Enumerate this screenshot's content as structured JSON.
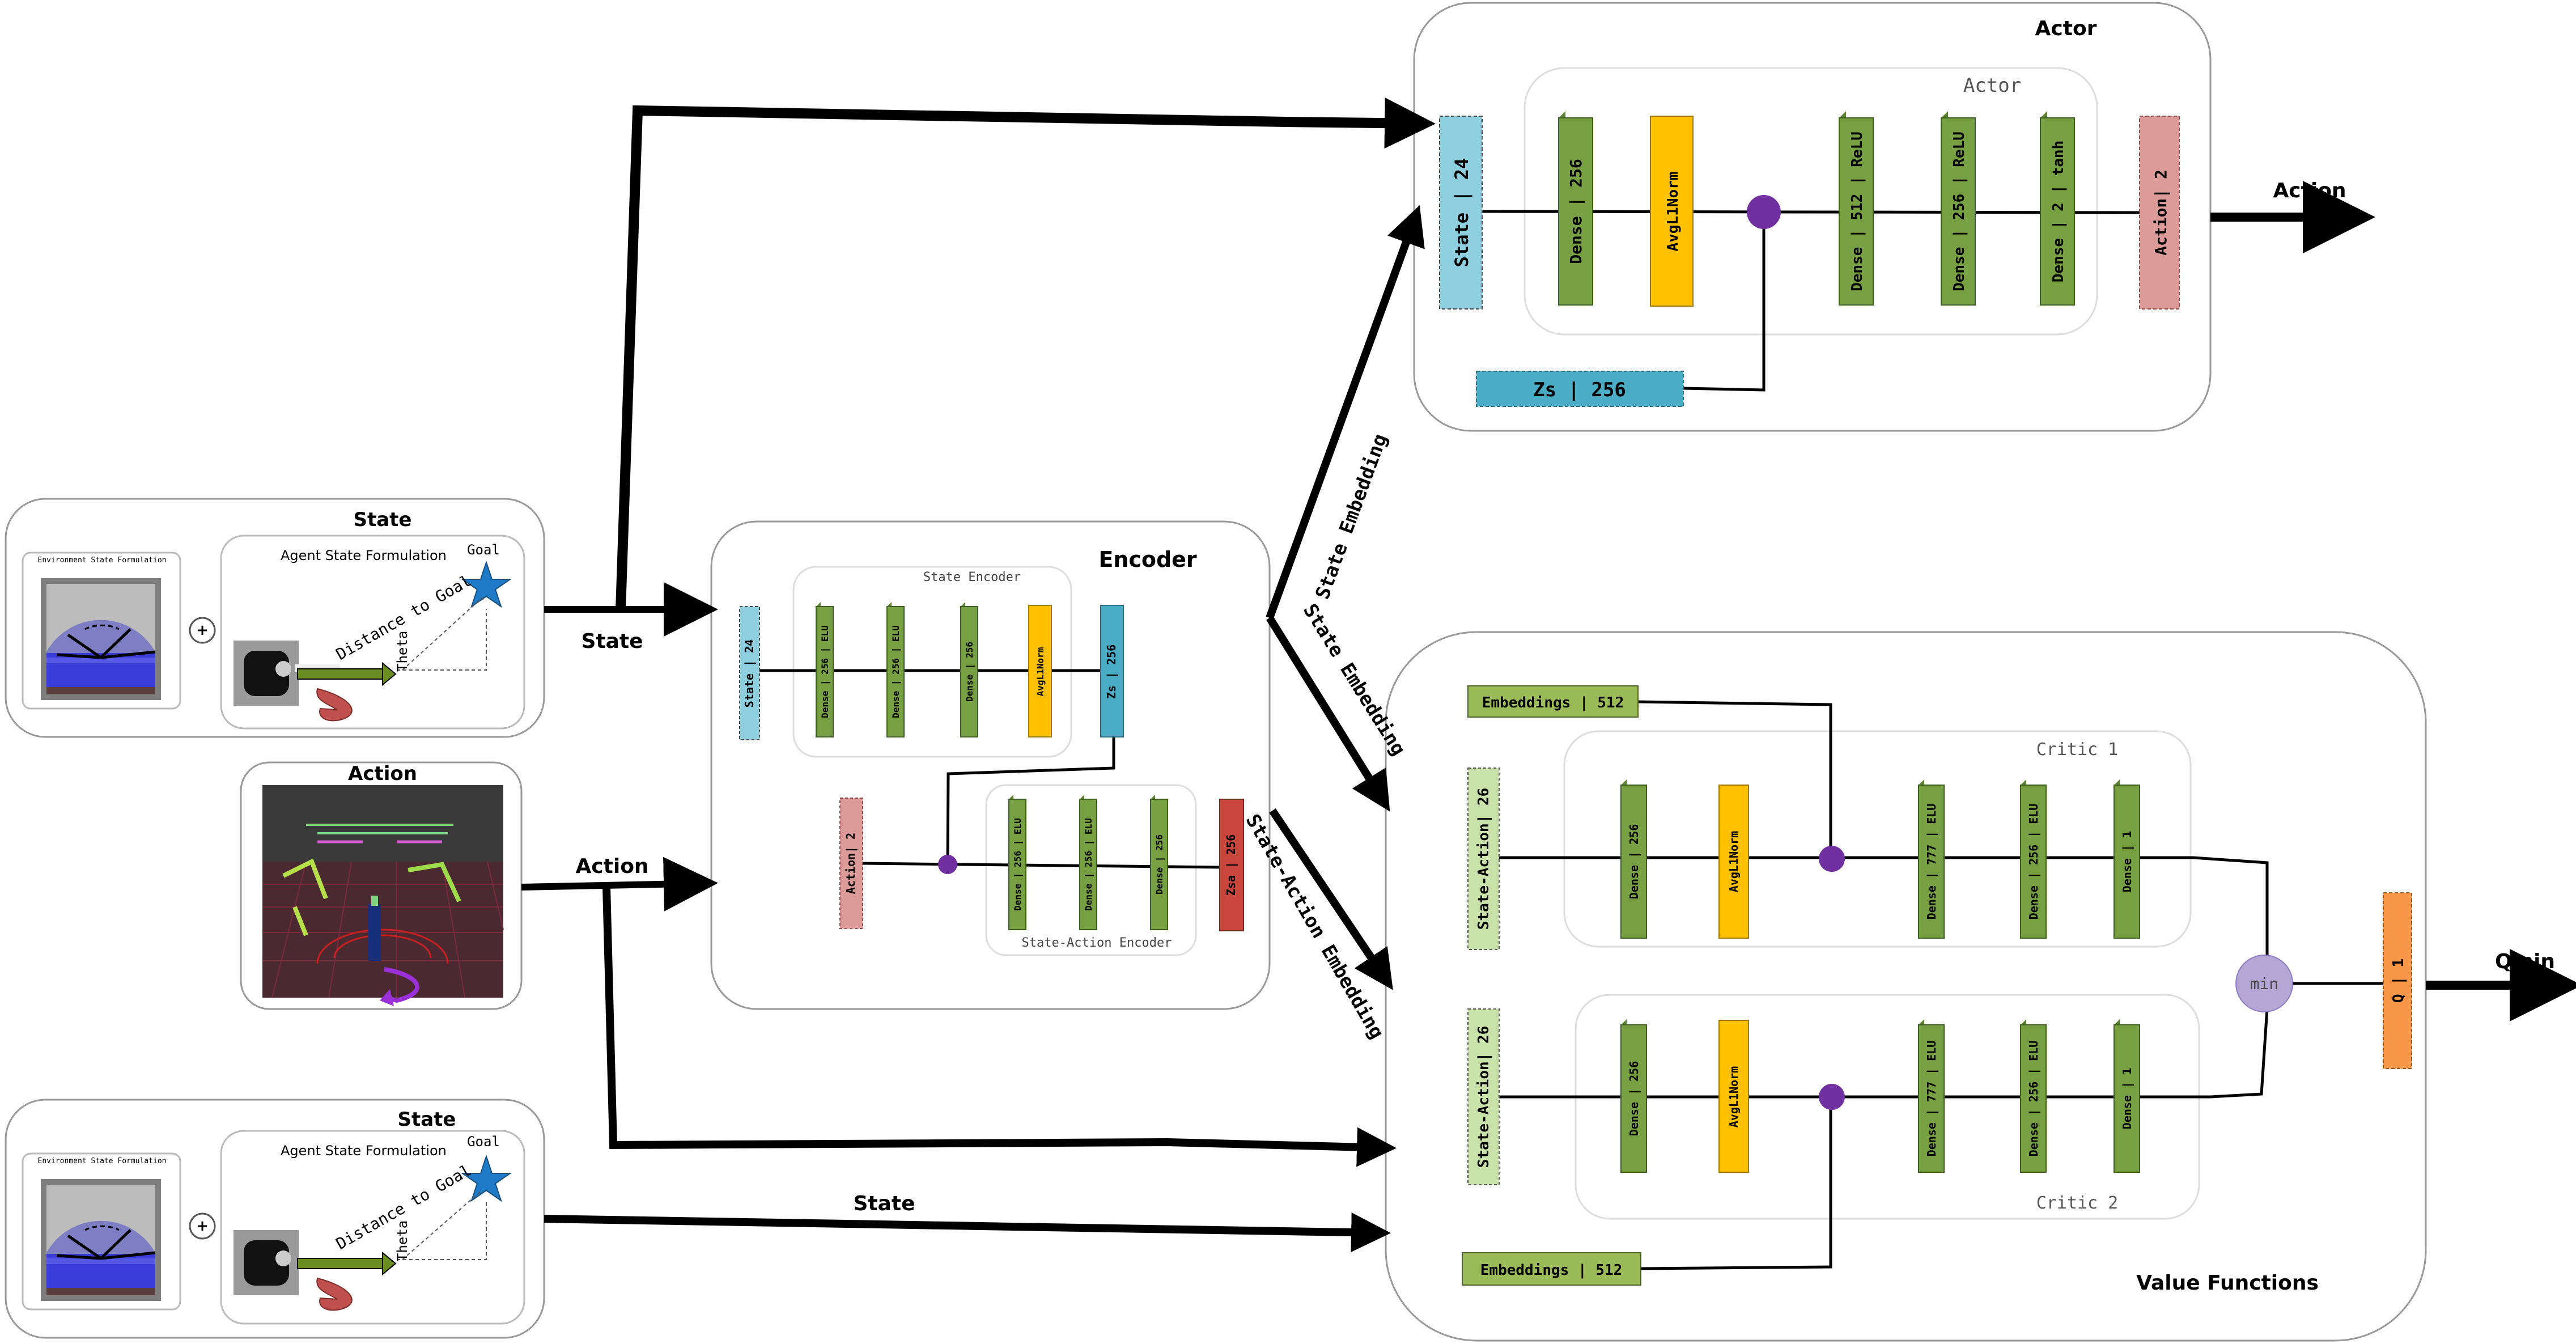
{
  "colors": {
    "state_block": "#8ecfdf",
    "dense_block": "#77a043",
    "dense_side": "#5c8232",
    "norm_block": "#ffc000",
    "action_block": "#dc9b98",
    "zsa_block": "#c9463d",
    "zs_block": "#4bacc6",
    "pale_green": "#c9e2a9",
    "q_block": "#f79646",
    "merge_node": "#7030a0",
    "min_node": "#b4a7d6"
  },
  "left": {
    "state_top_title": "State",
    "env_caption": "Environment State Formulation",
    "agent_caption": "Agent State Formulation",
    "goal_label": "Goal",
    "distance_label": "Distance to Goal",
    "theta_label": "Theta",
    "plus_symbol": "+",
    "action_title": "Action",
    "state_bottom_title": "State"
  },
  "arrows": {
    "state_top": "State",
    "action": "Action",
    "state_bottom": "State",
    "state_embedding_1": "State Embedding",
    "state_embedding_2": "State Embedding",
    "state_action_embedding": "State-Action Embedding",
    "actor_out": "Action",
    "qmin_out": "Qmin"
  },
  "encoder": {
    "title": "Encoder",
    "state_encoder_title": "State Encoder",
    "sa_encoder_title": "State-Action Encoder",
    "state_in": "State | 24",
    "se_layers": [
      "Dense | 256 | ELU",
      "Dense | 256 | ELU",
      "Dense | 256",
      "AvgL1Norm"
    ],
    "zs": "Zs | 256",
    "action_in": "Action| 2",
    "sae_layers": [
      "Dense | 256 | ELU",
      "Dense | 256 | ELU",
      "Dense | 256"
    ],
    "zsa": "Zsa | 256"
  },
  "actor": {
    "title": "Actor",
    "inner_title": "Actor",
    "state_in": "State | 24",
    "layers": [
      "Dense | 256",
      "AvgL1Norm",
      "Dense | 512 | ReLU",
      "Dense | 256 | ReLU",
      "Dense | 2 | tanh"
    ],
    "action_out": "Action| 2",
    "zs": "Zs | 256"
  },
  "value": {
    "title": "Value Functions",
    "critic1_title": "Critic 1",
    "critic2_title": "Critic 2",
    "embeddings_1": "Embeddings | 512",
    "embeddings_2": "Embeddings | 512",
    "sa_in_1": "State-Action| 26",
    "sa_in_2": "State-Action| 26",
    "critic_layers": [
      "Dense | 256",
      "AvgL1Norm",
      "Dense | 777 | ELU",
      "Dense | 256 | ELU",
      "Dense | 1"
    ],
    "min_label": "min",
    "q_out": "Q | 1"
  }
}
